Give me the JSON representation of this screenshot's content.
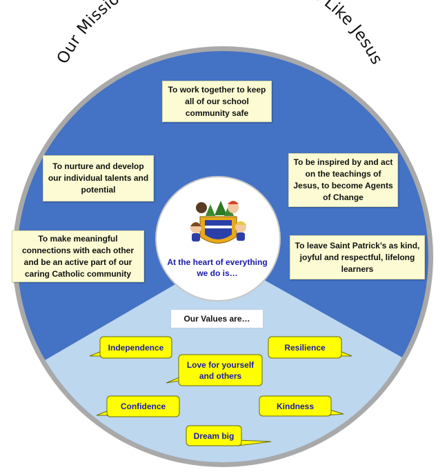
{
  "title": "Our Mission: To Live, Love and Learn Like Jesus",
  "mission": [
    "To work together to keep all of our school community safe",
    "To nurture and develop our individual talents and potential",
    "To be inspired by and act on the teachings of Jesus, to become Agents of Change",
    "To make meaningful connections with each other and be an active part of our caring Catholic community",
    "To leave Saint Patrick’s as kind, joyful and respectful, lifelong learners"
  ],
  "center": {
    "text": "At the heart of everything we do is…"
  },
  "values_label": "Our Values are…",
  "values": [
    "Independence",
    "Resilience",
    "Love for yourself and others",
    "Confidence",
    "Kindness",
    "Dream big"
  ],
  "colors": {
    "outer_ring": "#a9a9a9",
    "mission_area": "#4472c4",
    "values_area": "#bdd7ee",
    "bubble_fill": "#ffff00",
    "bubble_text": "#1a1aa8",
    "box_fill": "#fdfbd3"
  }
}
